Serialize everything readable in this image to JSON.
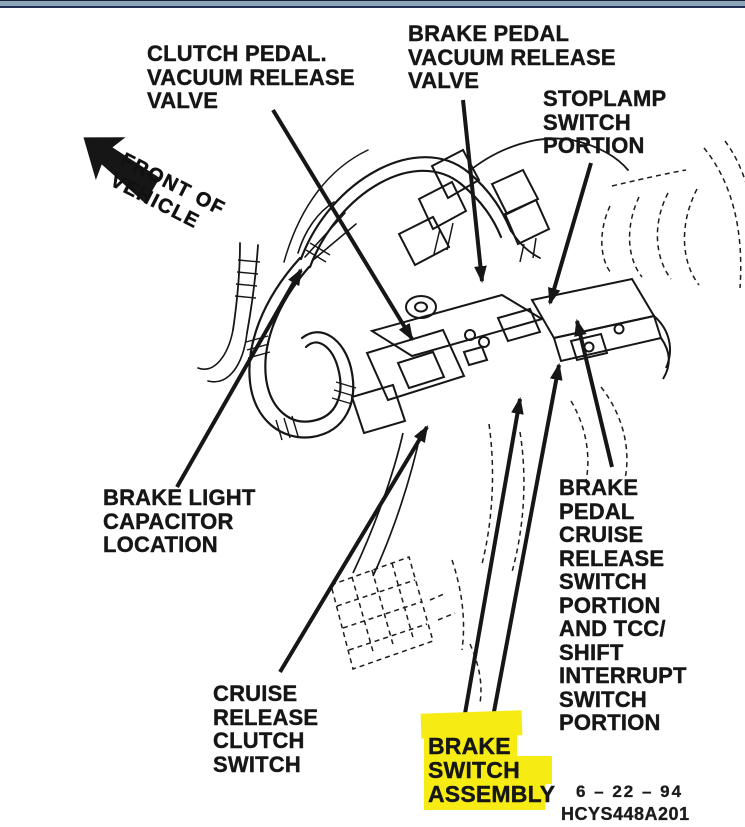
{
  "page": {
    "background": "#ffffff",
    "ink_color": "#161616",
    "top_strip_color": "#8ca4b8",
    "top_strip_edge_color": "#242f55",
    "highlight_color": "#f6ec13"
  },
  "diagram": {
    "orientation_arrow": {
      "lines": [
        "FRONT OF",
        "VEHICLE"
      ]
    },
    "labels": {
      "clutch_pedal_vacuum_release_valve": {
        "lines": [
          "CLUTCH PEDAL.",
          "VACUUM RELEASE",
          "VALVE"
        ]
      },
      "brake_pedal_vacuum_release_valve": {
        "lines": [
          "BRAKE PEDAL",
          "VACUUM RELEASE",
          "VALVE"
        ]
      },
      "stoplamp_switch_portion": {
        "lines": [
          "STOPLAMP",
          "SWITCH",
          "PORTION"
        ]
      },
      "brake_light_capacitor_location": {
        "lines": [
          "BRAKE LIGHT",
          "CAPACITOR",
          "LOCATION"
        ]
      },
      "brake_pedal_cruise_release_switch_portion": {
        "lines": [
          "BRAKE",
          "PEDAL",
          "CRUISE",
          "RELEASE",
          "SWITCH",
          "PORTION",
          "AND TCC/",
          "SHIFT",
          "INTERRUPT",
          "SWITCH",
          "PORTION"
        ]
      },
      "cruise_release_clutch_switch": {
        "lines": [
          "CRUISE",
          "RELEASE",
          "CLUTCH",
          "SWITCH"
        ]
      },
      "brake_switch_assembly": {
        "lines": [
          "BRAKE",
          "SWITCH",
          "ASSEMBLY"
        ],
        "highlighted": true
      }
    },
    "footnote": {
      "date": "6 – 22 – 94",
      "figure_code": "HCYS448A201"
    }
  }
}
